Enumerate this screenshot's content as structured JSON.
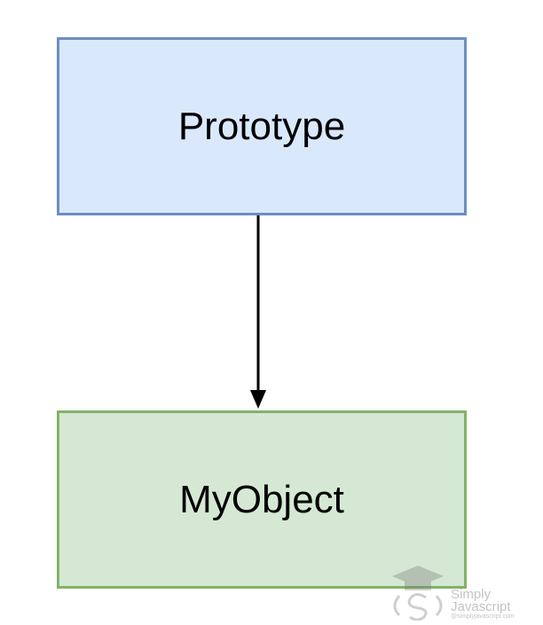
{
  "diagram": {
    "nodes": [
      {
        "id": "prototype",
        "label": "Prototype",
        "fill": "#dae8fc",
        "stroke": "#6c8ebf"
      },
      {
        "id": "myobject",
        "label": "MyObject",
        "fill": "#d5e8d4",
        "stroke": "#82b366"
      }
    ],
    "edges": [
      {
        "from": "prototype",
        "to": "myobject",
        "color": "#000000"
      }
    ]
  },
  "watermark": {
    "line1": "Simply",
    "line2": "Javascript",
    "line3": "@simplyjavascript.com"
  }
}
